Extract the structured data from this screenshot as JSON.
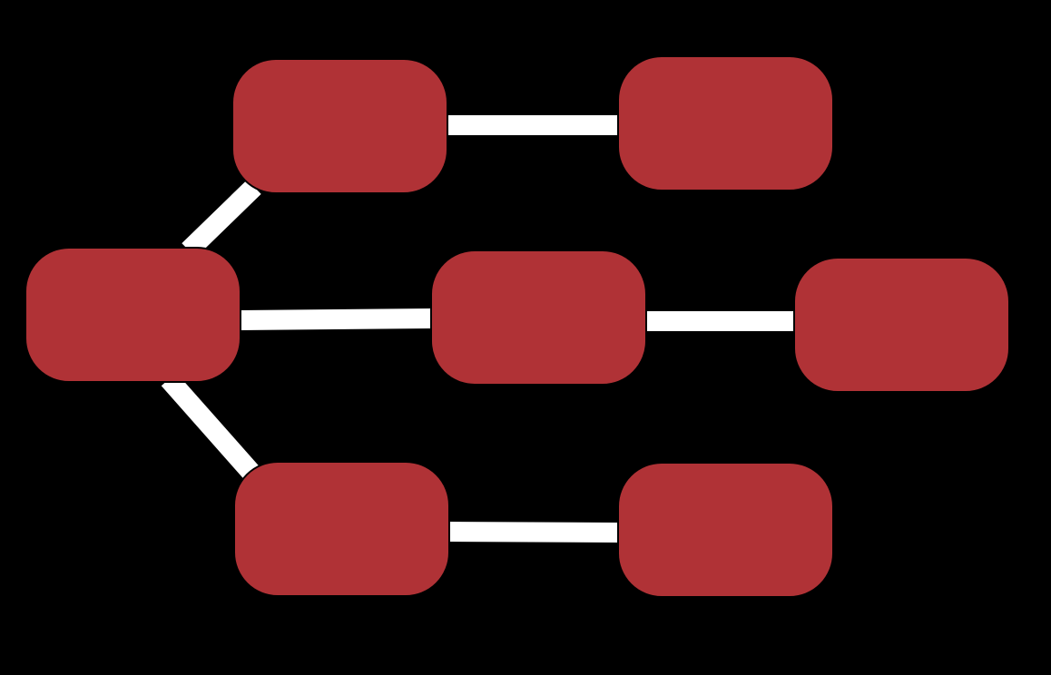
{
  "diagram": {
    "colors": {
      "background": "#000000",
      "node_fill": "#b03236",
      "node_stroke": "#000000",
      "edge_color": "#ffffff"
    },
    "nodes": [
      {
        "id": "root",
        "label": ""
      },
      {
        "id": "top-middle",
        "label": ""
      },
      {
        "id": "top-right",
        "label": ""
      },
      {
        "id": "center-middle",
        "label": ""
      },
      {
        "id": "center-right",
        "label": ""
      },
      {
        "id": "bottom-middle",
        "label": ""
      },
      {
        "id": "bottom-right",
        "label": ""
      }
    ],
    "edges": [
      {
        "from": "root",
        "to": "top-middle"
      },
      {
        "from": "root",
        "to": "center-middle"
      },
      {
        "from": "root",
        "to": "bottom-middle"
      },
      {
        "from": "top-middle",
        "to": "top-right"
      },
      {
        "from": "center-middle",
        "to": "center-right"
      },
      {
        "from": "bottom-middle",
        "to": "bottom-right"
      }
    ]
  }
}
